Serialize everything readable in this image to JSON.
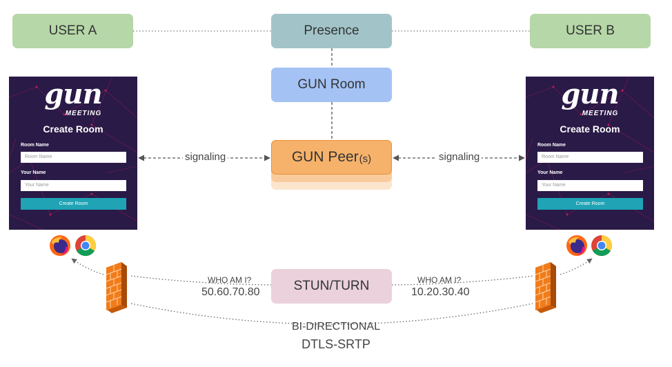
{
  "nodes": {
    "user_a": "USER A",
    "presence": "Presence",
    "user_b": "USER B",
    "gun_room": "GUN Room",
    "gun_peer": "GUN Peer",
    "gun_peer_suffix": "(s)",
    "stun_turn": "STUN/TURN"
  },
  "edges": {
    "signaling_left": "signaling",
    "signaling_right": "signaling",
    "who_am_i_left": "WHO AM I?",
    "who_am_i_right": "WHO AM I?",
    "ip_left": "50.60.70.80",
    "ip_right": "10.20.30.40",
    "bidirectional": "BI-DIRECTIONAL",
    "dtls": "DTLS-SRTP"
  },
  "panel": {
    "logo": "gun",
    "logo_sub": "MEETING",
    "title": "Create Room",
    "room_name_label": "Room Name",
    "room_name_placeholder": "Room Name",
    "your_name_label": "Your Name",
    "your_name_placeholder": "Your Name",
    "button": "Create Room"
  },
  "icons": [
    "firefox-icon",
    "chrome-icon",
    "firewall-icon"
  ],
  "colors": {
    "user": "#b6d7a8",
    "presence": "#a2c4c9",
    "gun_room": "#a4c2f4",
    "gun_peer": "#f6b26b",
    "stun_turn": "#ead1dc",
    "panel_bg": "#2a1a47",
    "panel_button": "#1fa3b5"
  }
}
